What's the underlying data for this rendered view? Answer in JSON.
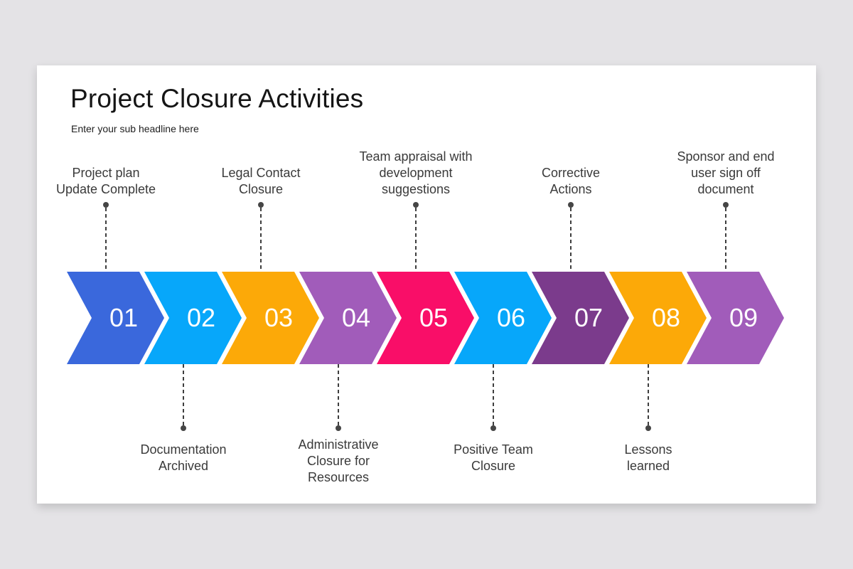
{
  "page": {
    "title": "Project Closure Activities",
    "subtitle": "Enter your sub headline here"
  },
  "colors": {
    "background": "#e4e3e6",
    "card": "#ffffff",
    "connector": "#3e3e3e",
    "label_text": "#3a3a3a",
    "number_text": "#ffffff",
    "royal_blue": "#3A68DC",
    "light_blue": "#07A7FA",
    "orange": "#FCA908",
    "medium_purple": "#A15CBA",
    "pink": "#F90E68",
    "dark_purple": "#7B3B8C"
  },
  "steps": [
    {
      "number": "01",
      "label": "Project plan\nUpdate Complete",
      "label_position": "top",
      "color": "#3A68DC"
    },
    {
      "number": "02",
      "label": "Documentation\nArchived",
      "label_position": "bottom",
      "color": "#07A7FA"
    },
    {
      "number": "03",
      "label": "Legal Contact\nClosure",
      "label_position": "top",
      "color": "#FCA908"
    },
    {
      "number": "04",
      "label": "Administrative\nClosure for\nResources",
      "label_position": "bottom",
      "color": "#A15CBA"
    },
    {
      "number": "05",
      "label": "Team appraisal with\ndevelopment\nsuggestions",
      "label_position": "top",
      "color": "#F90E68"
    },
    {
      "number": "06",
      "label": "Positive Team\nClosure",
      "label_position": "bottom",
      "color": "#07A7FA"
    },
    {
      "number": "07",
      "label": "Corrective\nActions",
      "label_position": "top",
      "color": "#7B3B8C"
    },
    {
      "number": "08",
      "label": "Lessons\nlearned",
      "label_position": "bottom",
      "color": "#FCA908"
    },
    {
      "number": "09",
      "label": "Sponsor and end\nuser sign off\ndocument",
      "label_position": "top",
      "color": "#A15CBA"
    }
  ]
}
